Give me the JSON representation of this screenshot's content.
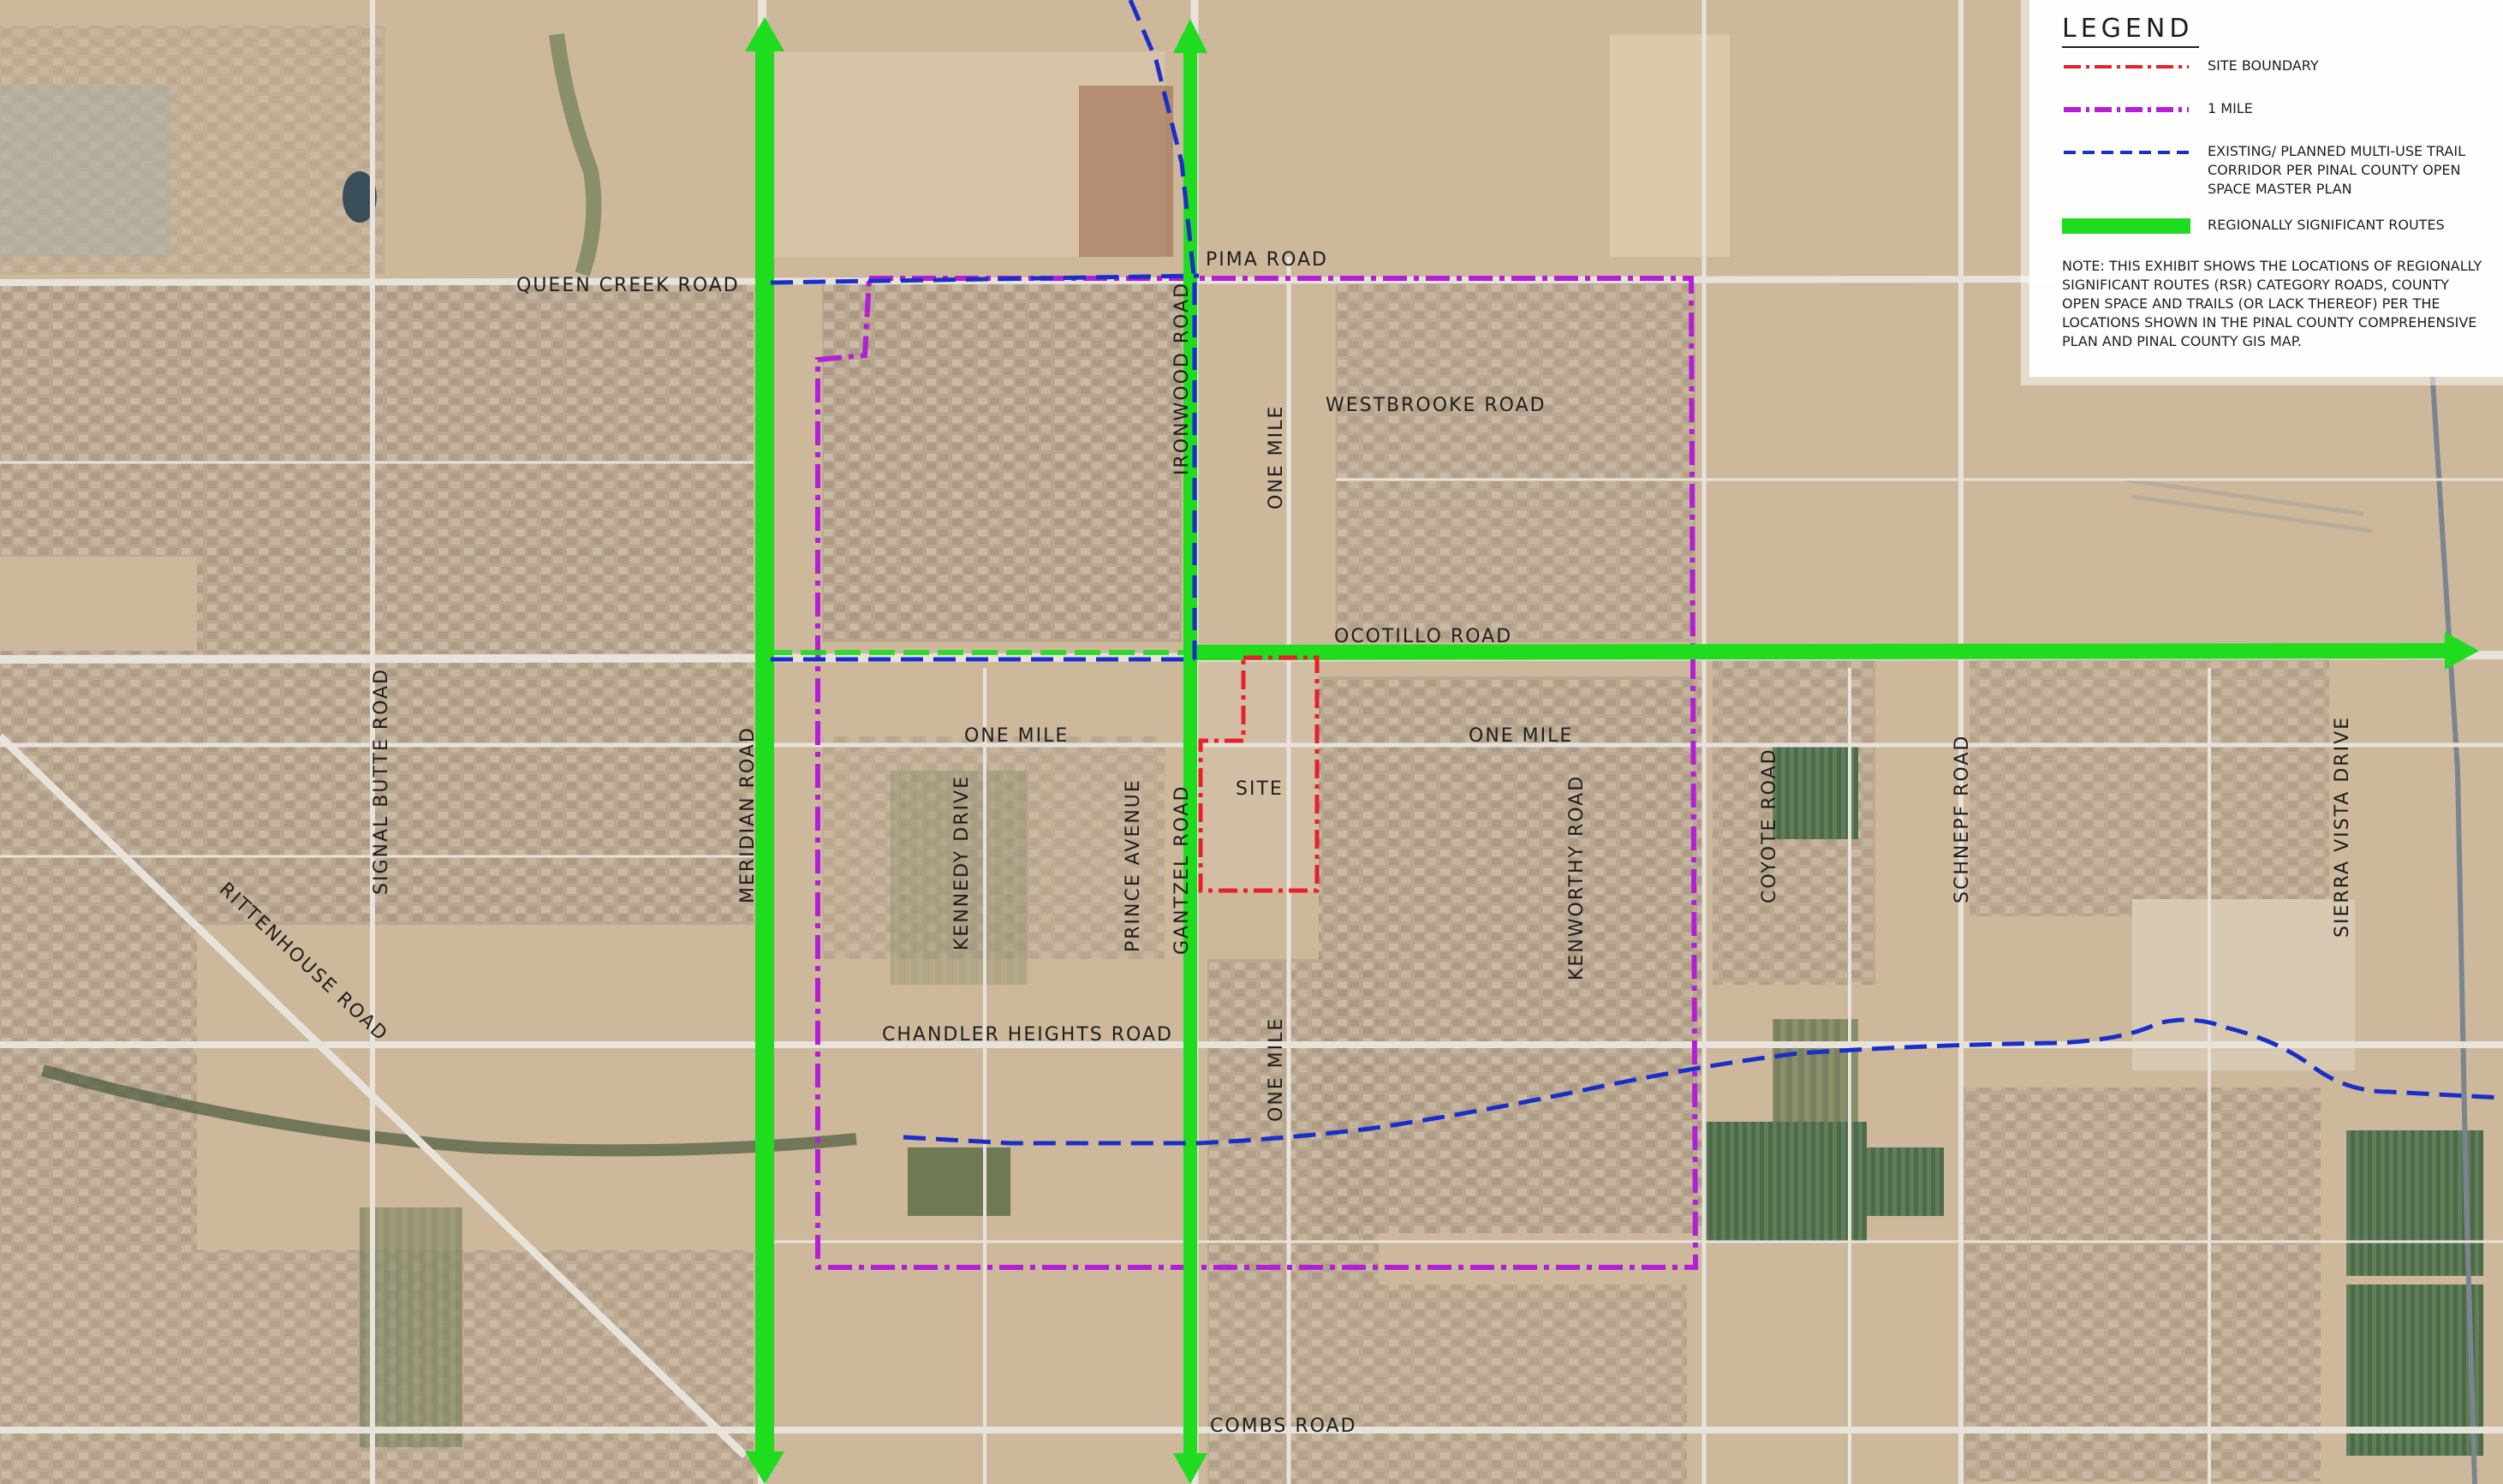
{
  "legend": {
    "title": "LEGEND",
    "items": [
      {
        "label": "SITE BOUNDARY",
        "style": "dash-dot",
        "color": "#e8202a"
      },
      {
        "label": "1 MILE",
        "style": "dash-dot",
        "color": "#b21fd6"
      },
      {
        "label": "EXISTING/ PLANNED MULTI-USE TRAIL CORRIDOR PER PINAL COUNTY OPEN SPACE MASTER PLAN",
        "style": "dashed",
        "color": "#1a2ec8"
      },
      {
        "label": "REGIONALLY SIGNIFICANT ROUTES",
        "style": "solid",
        "color": "#1fdc1f"
      }
    ],
    "note": "NOTE: THIS EXHIBIT SHOWS THE LOCATIONS OF REGIONALLY SIGNIFICANT ROUTES (RSR) CATEGORY ROADS, COUNTY OPEN SPACE AND TRAILS (OR LACK THEREOF) PER THE LOCATIONS SHOWN IN THE PINAL COUNTY COMPREHENSIVE PLAN AND PINAL COUNTY GIS MAP."
  },
  "roads": {
    "queen_creek": "QUEEN CREEK ROAD",
    "pima": "PIMA ROAD",
    "westbrooke": "WESTBROOKE ROAD",
    "ocotillo": "OCOTILLO ROAD",
    "one_mile_left": "ONE MILE",
    "one_mile_right": "ONE MILE",
    "one_mile_top": "ONE MILE",
    "one_mile_bottom": "ONE MILE",
    "chandler_heights": "CHANDLER HEIGHTS ROAD",
    "combs": "COMBS ROAD",
    "ironwood": "IRONWOOD ROAD",
    "gantzel": "GANTZEL ROAD",
    "kennedy": "KENNEDY DRIVE",
    "prince": "PRINCE AVENUE",
    "meridian": "MERIDIAN ROAD",
    "signal_butte": "SIGNAL BUTTE ROAD",
    "rittenhouse": "RITTENHOUSE ROAD",
    "kenworthy": "KENWORTHY ROAD",
    "coyote": "COYOTE ROAD",
    "schnepf": "SCHNEPF ROAD",
    "sierra_vista": "SIERRA VISTA DRIVE",
    "site": "SITE"
  },
  "colors": {
    "land": "#cdb89c",
    "residential": "#b8a690",
    "road": "#e6e2da",
    "site_boundary": "#e8202a",
    "one_mile": "#b21fd6",
    "trail": "#1a2ec8",
    "rsr": "#1fdc1f"
  }
}
